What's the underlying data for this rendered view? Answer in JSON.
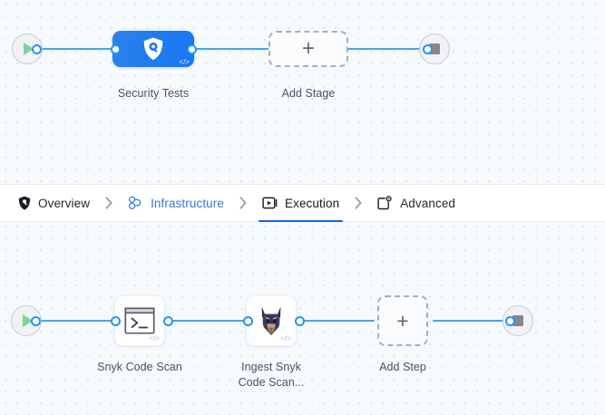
{
  "app": {
    "background_color": "#f6fafd",
    "accent_color": "#1976f2",
    "edge_color": "#42a5f5",
    "port_color": "#2196f3"
  },
  "tabs": {
    "items": [
      {
        "label": "Overview",
        "icon": "shield-icon",
        "active": false,
        "accent": false
      },
      {
        "label": "Infrastructure",
        "icon": "nodes-icon",
        "active": false,
        "accent": true
      },
      {
        "label": "Execution",
        "icon": "play-box-icon",
        "active": true,
        "accent": false
      },
      {
        "label": "Advanced",
        "icon": "card-gear-icon",
        "active": false,
        "accent": false
      }
    ],
    "separator_icon": "chevron-right-icon"
  },
  "stage_pipeline": {
    "start_node": {
      "name": "pipeline-start",
      "icon": "play-icon"
    },
    "end_node": {
      "name": "pipeline-end",
      "icon": "stop-icon"
    },
    "nodes": [
      {
        "label": "Security Tests",
        "type": "stage",
        "icon": "shield-search-icon",
        "badge": "</>"
      },
      {
        "label": "Add Stage",
        "type": "add",
        "icon": "plus-icon"
      }
    ]
  },
  "execution_pipeline": {
    "start_node": {
      "name": "execution-start",
      "icon": "play-icon"
    },
    "end_node": {
      "name": "execution-end",
      "icon": "stop-icon"
    },
    "nodes": [
      {
        "label": "Snyk Code Scan",
        "type": "step",
        "icon": "terminal-icon",
        "badge": "</>"
      },
      {
        "label_line1": "Ingest Snyk",
        "label_line2": "Code Scan...",
        "type": "step",
        "icon": "snyk-doberman-icon",
        "badge": "</>"
      },
      {
        "label": "Add Step",
        "type": "add",
        "icon": "plus-icon"
      }
    ]
  }
}
